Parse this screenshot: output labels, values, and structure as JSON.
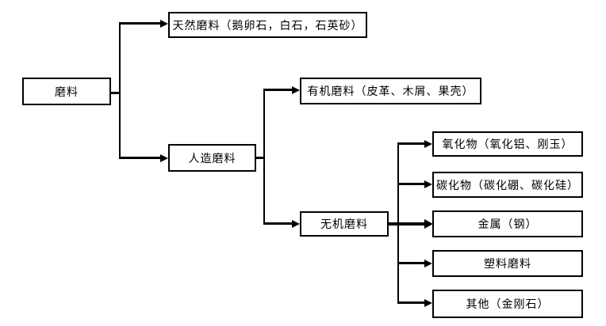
{
  "diagram": {
    "title": "abrasive-classification-flowchart",
    "nodes": {
      "root": {
        "label": "磨料"
      },
      "natural": {
        "label": "天然磨料（鹅卵石，白石，石英砂）"
      },
      "artificial": {
        "label": "人造磨料"
      },
      "organic": {
        "label": "有机磨料（皮革、木屑、果壳）"
      },
      "inorganic": {
        "label": "无机磨料"
      },
      "oxide": {
        "label": "氧化物（氧化铝、刚玉）"
      },
      "carbide": {
        "label": "碳化物（碳化硼、碳化硅）"
      },
      "metal": {
        "label": "金属（钢）"
      },
      "plastic": {
        "label": "塑料磨料"
      },
      "other": {
        "label": "其他（金刚石）"
      }
    },
    "edges": [
      {
        "from": "root",
        "to": "natural"
      },
      {
        "from": "root",
        "to": "artificial"
      },
      {
        "from": "artificial",
        "to": "organic"
      },
      {
        "from": "artificial",
        "to": "inorganic"
      },
      {
        "from": "inorganic",
        "to": "oxide"
      },
      {
        "from": "inorganic",
        "to": "carbide"
      },
      {
        "from": "inorganic",
        "to": "metal"
      },
      {
        "from": "inorganic",
        "to": "plastic"
      },
      {
        "from": "inorganic",
        "to": "other"
      }
    ],
    "colors": {
      "background": "#ffffff",
      "line": "#000000",
      "box_border": "#000000",
      "text": "#000000"
    }
  }
}
